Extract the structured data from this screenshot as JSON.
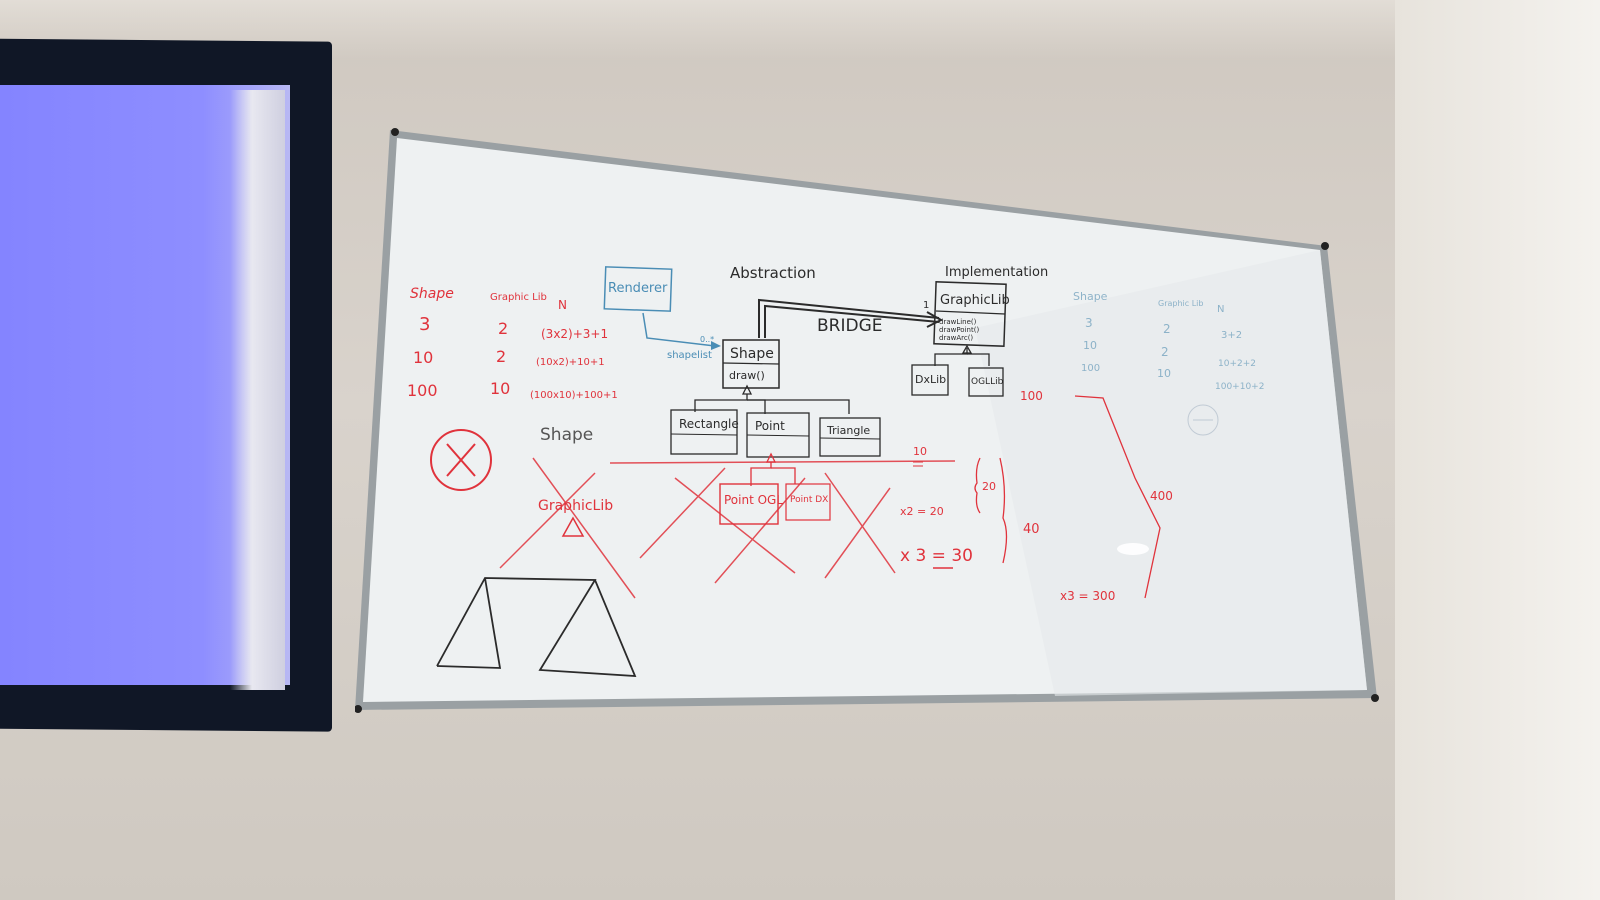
{
  "scene": {
    "description_colors": {
      "wall": "#d8d2cb",
      "screen": "#8a8aff",
      "board": "#eef1f2",
      "ink_black": "#2b2b2b",
      "ink_red": "#e0333c",
      "ink_blue": "#4a8db5"
    }
  },
  "whiteboard": {
    "left_table": {
      "headers": [
        "Shape",
        "Graphic Lib",
        "N"
      ],
      "rows": [
        [
          "3",
          "2",
          "(3x2)+3+1"
        ],
        [
          "10",
          "2",
          "(10x2)+10+1"
        ],
        [
          "100",
          "10",
          "(100x10)+100+1"
        ]
      ]
    },
    "diagram": {
      "abstraction_label": "Abstraction",
      "implementation_label": "Implementation",
      "bridge_label": "BRIDGE",
      "renderer_label": "Renderer",
      "shapelist_label": "shapelist",
      "shape_class": "Shape",
      "shape_method": "draw()",
      "graphiclib_class": "GraphicLib",
      "graphiclib_methods": [
        "drawLine()",
        "drawPoint()",
        "drawArc()"
      ],
      "impl_subclasses": [
        "DxLib",
        "OGLLib"
      ],
      "shape_subclasses": [
        "Rectangle",
        "Point",
        "Triangle"
      ],
      "red_subclasses": [
        "Point OGL",
        "Point DX"
      ],
      "multiplicity_1": "1",
      "multiplicity_many": "0..*"
    },
    "red_notes": {
      "shape_word": "Shape",
      "graphiclib_word": "GraphicLib",
      "n10": "10",
      "x2": "x2 = 20",
      "x3": "x 3 = 30",
      "brace_20": "20",
      "brace_40": "40",
      "hundred": "100",
      "four_hundred": "400",
      "x3_300": "x3 = 300"
    },
    "right_table": {
      "headers": [
        "Shape",
        "Graphic Lib",
        "N"
      ],
      "rows": [
        [
          "3",
          "2",
          "3+2"
        ],
        [
          "10",
          "2",
          "10+2+2"
        ],
        [
          "100",
          "10",
          "100+10+2"
        ]
      ]
    },
    "left_marks": {
      "circle_x": "X",
      "shape_small": "Shape"
    }
  }
}
